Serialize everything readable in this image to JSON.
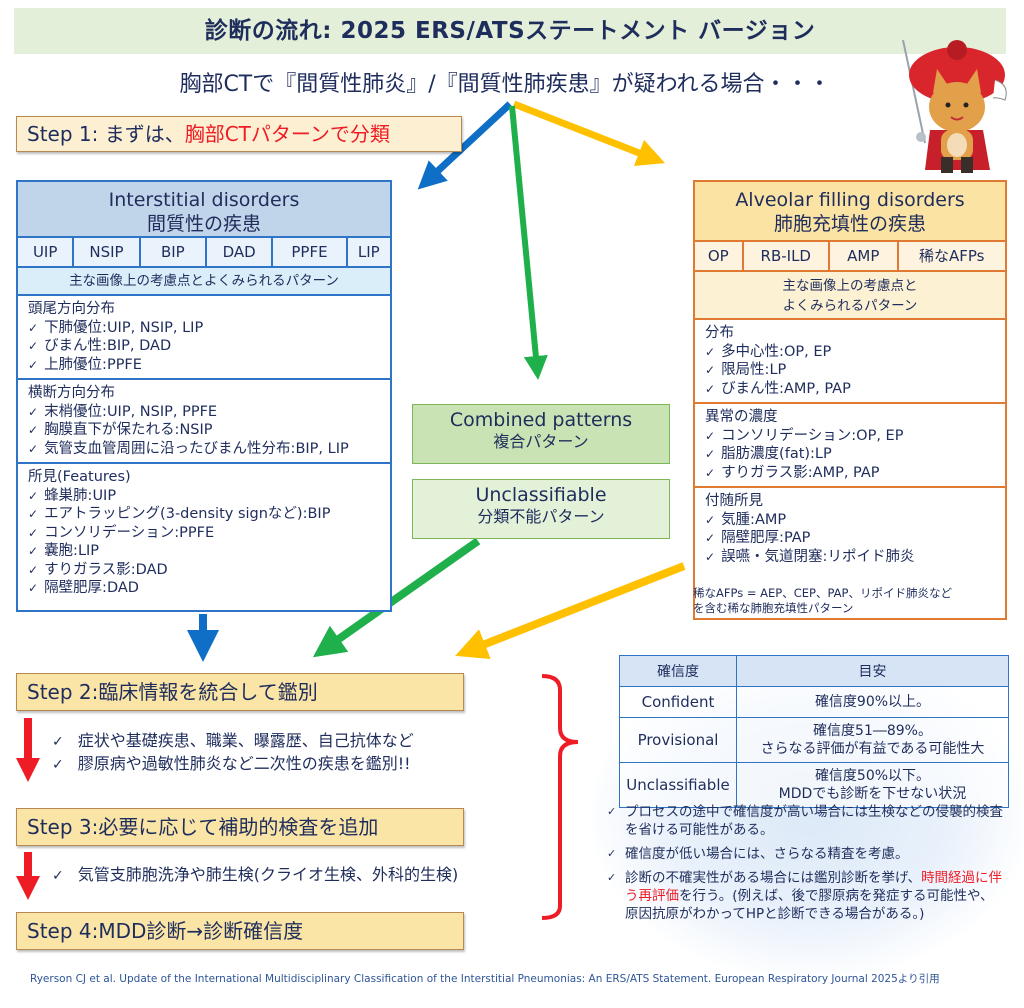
{
  "title": "診断の流れ: 2025  ERS/ATSステートメント バージョン",
  "subtitle": "胸部CTで『間質性肺炎』/『間質性肺疾患』が疑われる場合・・・",
  "step1": {
    "prefix": "Step 1: まずは、",
    "highlight": "胸部CTパターンで分類"
  },
  "interstitial": {
    "title_en": "Interstitial disorders",
    "title_jp": "間質性の疾患",
    "abbreviations": [
      "UIP",
      "NSIP",
      "BIP",
      "DAD",
      "PPFE",
      "LIP"
    ],
    "subheader": "主な画像上の考慮点とよくみられるパターン",
    "sections": [
      {
        "heading": "頭尾方向分布",
        "items": [
          "下肺優位:UIP, NSIP, LIP",
          "びまん性:BIP, DAD",
          "上肺優位:PPFE"
        ]
      },
      {
        "heading": "横断方向分布",
        "items": [
          "末梢優位:UIP, NSIP, PPFE",
          "胸膜直下が保たれる:NSIP",
          "気管支血管周囲に沿ったびまん性分布:BIP, LIP"
        ]
      },
      {
        "heading": "所見(Features)",
        "items": [
          "蜂巣肺:UIP",
          "エアトラッピング(3-density signなど):BIP",
          "コンソリデーション:PPFE",
          "嚢胞:LIP",
          "すりガラス影:DAD",
          "隔壁肥厚:DAD"
        ]
      }
    ]
  },
  "alveolar": {
    "title_en": "Alveolar filling disorders",
    "title_jp": "肺胞充填性の疾患",
    "abbreviations": [
      "OP",
      "RB-ILD",
      "AMP",
      "稀なAFPs"
    ],
    "subheader_line1": "主な画像上の考慮点と",
    "subheader_line2": "よくみられるパターン",
    "sections": [
      {
        "heading": "分布",
        "items": [
          "多中心性:OP, EP",
          "限局性:LP",
          "びまん性:AMP, PAP"
        ]
      },
      {
        "heading": "異常の濃度",
        "items": [
          "コンソリデーション:OP, EP",
          "脂肪濃度(fat):LP",
          "すりガラス影:AMP, PAP"
        ]
      },
      {
        "heading": "付随所見",
        "items": [
          "気腫:AMP",
          "隔壁肥厚:PAP",
          "誤嚥・気道閉塞:リポイド肺炎"
        ]
      }
    ],
    "note_line1": "稀なAFPs = AEP、CEP、PAP、リポイド肺炎など",
    "note_line2": "を含む稀な肺胞充填性パターン"
  },
  "combined": {
    "en": "Combined patterns",
    "jp": "複合パターン"
  },
  "unclassifiable": {
    "en": "Unclassifiable",
    "jp": "分類不能パターン"
  },
  "step2": {
    "label": "Step 2:臨床情報を統合して鑑別",
    "bullets": [
      "症状や基礎疾患、職業、曝露歴、自己抗体など",
      "膠原病や過敏性肺炎など二次性の疾患を鑑別!!"
    ]
  },
  "step3": {
    "label": "Step 3:必要に応じて補助的検査を追加",
    "bullets": [
      "気管支肺胞洗浄や肺生検(クライオ生検、外科的生検)"
    ]
  },
  "step4": {
    "label": "Step 4:MDD診断→診断確信度"
  },
  "confidence_table": {
    "headers": [
      "確信度",
      "目安"
    ],
    "rows": [
      {
        "level": "Confident",
        "line1": "確信度90%以上。",
        "line2": ""
      },
      {
        "level": "Provisional",
        "line1": "確信度51―89%。",
        "line2": "さらなる評価が有益である可能性大"
      },
      {
        "level": "Unclassifiable",
        "line1": "確信度50%以下。",
        "line2": "MDDでも診断を下せない状況"
      }
    ]
  },
  "notes": [
    {
      "text": "プロセスの途中で確信度が高い場合には生検などの侵襲的検査を省ける可能性がある。"
    },
    {
      "text": "確信度が低い場合には、さらなる精査を考慮。"
    },
    {
      "pre": "診断の不確実性がある場合には鑑別診断を挙げ、",
      "highlight": "時間経過に伴う再評価",
      "post": "を行う。(例えば、後で膠原病を発症する可能性や、原因抗原がわかってHPと診断できる場合がある。)"
    }
  ],
  "check_mark": "✓",
  "citation": "Ryerson CJ et al. Update of the International Multidisciplinary Classification of the Interstitial Pneumonias: An ERS/ATS Statement. European Respiratory Journal 2025より引用",
  "colors": {
    "blue_arrow": "#0f6fc6",
    "green_arrow": "#1fb04b",
    "yellow_arrow": "#ffc000",
    "red_arrow": "#ee1c25",
    "interstitial_border": "#2e75c7",
    "alveolar_border": "#e07a33"
  },
  "mascot": "cat-musketeer-icon"
}
